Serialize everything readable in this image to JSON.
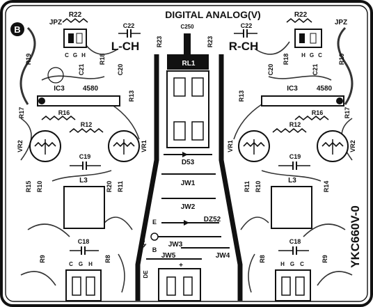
{
  "board": {
    "corner_mark": "B",
    "title": "DIGITAL  ANALOG(V)",
    "part_number": "YKC660V-0",
    "left_channel": "L-CH",
    "right_channel": "R-CH"
  },
  "components": {
    "jpz_left": "JPZ",
    "jpz_right": "JPZ",
    "r22_left": "R22",
    "r22_right": "R22",
    "c22_left": "C22",
    "c22_right": "C22",
    "r23_left": "R23",
    "r23_right": "R23",
    "c250": "C250",
    "rl1": "RL1",
    "r19_left": "R19",
    "r19_right": "R19",
    "r18_left": "R18",
    "r18_right": "R18",
    "c21_left": "C21",
    "c21_right": "C21",
    "c20_left": "C20",
    "c20_right": "C20",
    "ic3_left": "IC3",
    "ic3_right": "IC3",
    "ic3_part_left": "4580",
    "ic3_part_right": "4580",
    "r13_left": "R13",
    "r13_right": "R13",
    "r17_left": "R17",
    "r17_right": "R17",
    "r16_left": "R16",
    "r16_right": "R16",
    "r12_left": "R12",
    "r12_right": "R12",
    "vr2_left": "VR2",
    "vr2_right": "VR2",
    "vr1_left": "VR1",
    "vr1_right": "VR1",
    "c19_left": "C19",
    "c19_right": "C19",
    "d53": "D53",
    "jw1": "JW1",
    "jw2": "JW2",
    "jw3": "JW3",
    "jw4": "JW4",
    "jw5": "JW5",
    "dz52": "DZ52",
    "q5": "Q5",
    "l3_left": "L3",
    "l3_right": "L3",
    "r15": "R15",
    "r14": "R14",
    "r10_left": "R10",
    "r10_right": "R10",
    "r11_left": "R11",
    "r11_right": "R11",
    "r20": "R20",
    "c18_left": "C18",
    "c18_right": "C18",
    "r9_left": "R9",
    "r9_right": "R9",
    "r8_left": "R8",
    "r8_right": "R8",
    "pin_c": "C",
    "pin_g": "G",
    "pin_h": "H",
    "pin_e": "E",
    "pin_b": "B",
    "plus": "+",
    "de": "DE"
  }
}
